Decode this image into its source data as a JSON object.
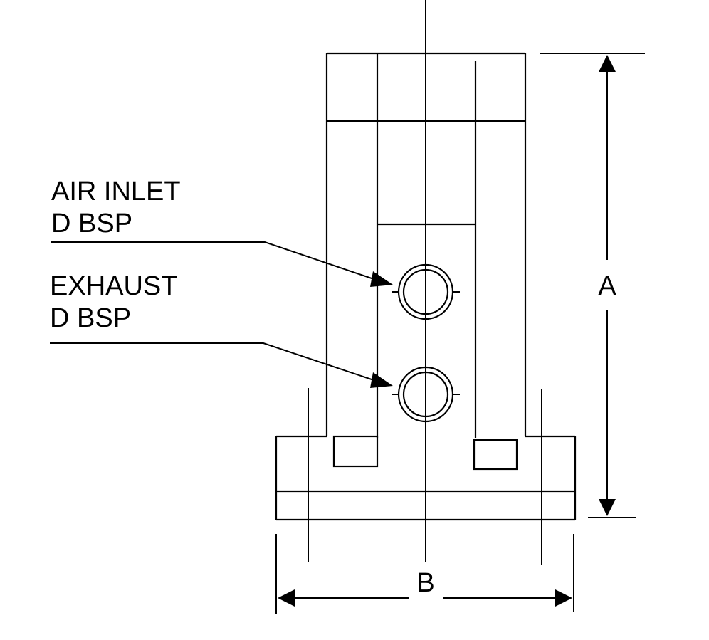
{
  "labels": {
    "air_inlet_line1": "AIR INLET",
    "air_inlet_line2": "D BSP",
    "exhaust_line1": "EXHAUST",
    "exhaust_line2": "D BSP"
  },
  "dimensions": {
    "height": "A",
    "width": "B"
  }
}
